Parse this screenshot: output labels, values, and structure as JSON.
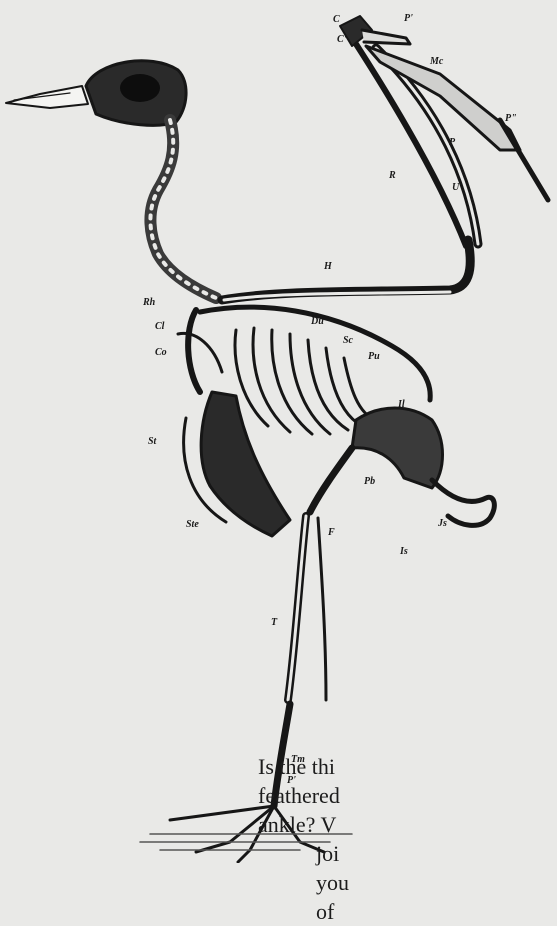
{
  "figure": {
    "labels": {
      "C": "C",
      "C2": "C'",
      "P1": "P'",
      "Mc": "Mc",
      "P2": "P\"",
      "P": "P",
      "R": "R",
      "U": "U",
      "H": "H",
      "Rh": "Rh",
      "Cl": "Cl",
      "Co": "Co",
      "Du": "Du",
      "Sc": "Sc",
      "Pu": "Pu",
      "Il": "Il",
      "St": "St",
      "Pb": "Pb",
      "Ste": "Ste",
      "Js": "Js",
      "Is": "Is",
      "F": "F",
      "T": "T",
      "Tm": "Tm",
      "Ph": "P'"
    }
  },
  "caption": {
    "line1": "Is the thi",
    "line2": "feathered",
    "line3": "ankle?   V",
    "line4": "joi",
    "line5": "you",
    "line6": "of"
  }
}
